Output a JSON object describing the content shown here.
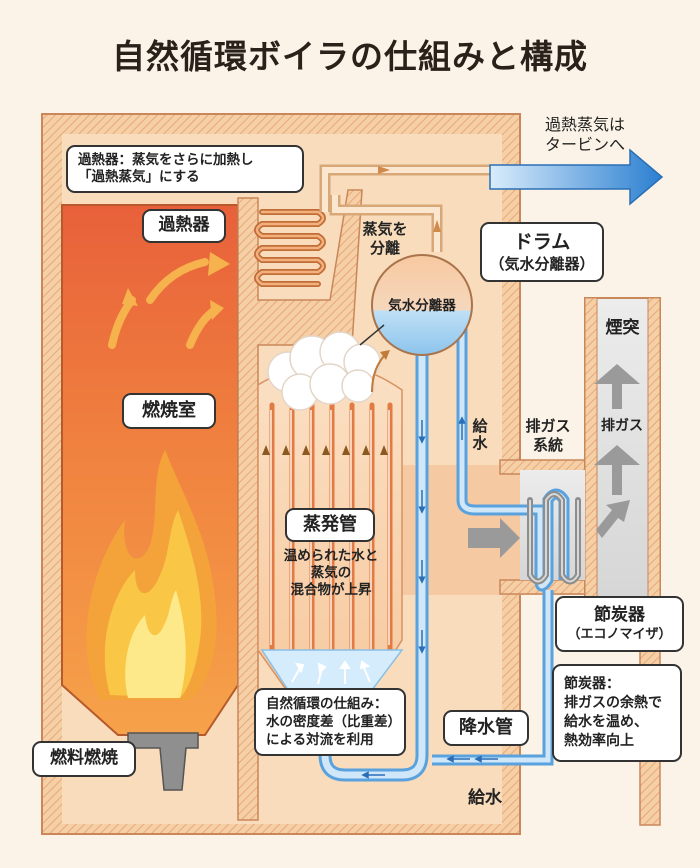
{
  "title": "自然循環ボイラの仕組みと構成",
  "labels": {
    "superheater": "過熱器",
    "superheater_note_line1": "過熱器：蒸気をさらに加熱し",
    "superheater_note_line2": "「過熱蒸気」にする",
    "steam_out_line1": "過熱蒸気は",
    "steam_out_line2": "タービンへ",
    "separate_line1": "蒸気を",
    "separate_line2": "分離",
    "drum_line1": "ドラム",
    "drum_line2": "（気水分離器）",
    "drum_inner": "気水分離器",
    "chimney": "煙突",
    "exhaust_up": "排ガス",
    "exhaust_system_line1": "排ガス",
    "exhaust_system_line2": "系統",
    "feedwater_vertical": "給水",
    "combustion_chamber": "燃焼室",
    "evap_tube": "蒸発管",
    "evap_note_line1": "温められた水と",
    "evap_note_line2": "蒸気の",
    "evap_note_line3": "混合物が上昇",
    "economizer_line1": "節炭器",
    "economizer_line2": "（エコノマイザ）",
    "economizer_note_line1": "節炭器：",
    "economizer_note_line2": "排ガスの余熱で",
    "economizer_note_line3": "給水を温め、",
    "economizer_note_line4": "熱効率向上",
    "natural_circ_line1": "自然循環の仕組み：",
    "natural_circ_line2": "水の密度差（比重差）",
    "natural_circ_line3": "による対流を利用",
    "downcomer": "降水管",
    "fuel": "燃料燃焼",
    "feedwater_bottom": "給水"
  },
  "colors": {
    "furnace": "#ef7a3c",
    "wall": "#f3c99a",
    "wall_edge": "#c9875a",
    "hot_pipe": "#e59b5b",
    "water": "#4a98dd",
    "water_light": "#cfe7f8",
    "steam_arrow": "#2f86d6",
    "gray_arrow": "#9a9a9a"
  }
}
